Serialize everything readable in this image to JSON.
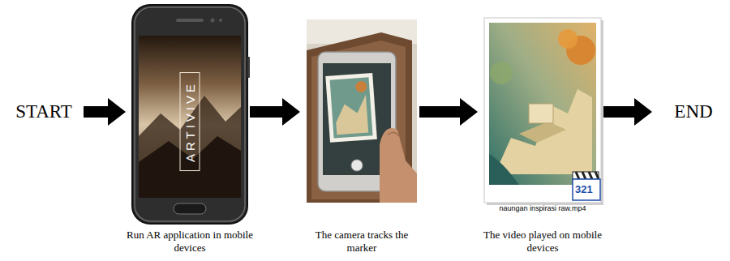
{
  "diagram": {
    "nodes": [
      {
        "text": [
          "START"
        ]
      },
      {
        "text": [
          "ARTIVIVE",
          "Run AR application in mobile devices"
        ]
      },
      {
        "text": [
          "The camera tracks the marker"
        ]
      },
      {
        "text": [
          "naungan inspirasi raw.mp4",
          "The video played on mobile devices"
        ]
      },
      {
        "text": [
          "END"
        ]
      }
    ],
    "edges": [
      {
        "from": 0,
        "to": 1,
        "arrow": "to"
      },
      {
        "from": 1,
        "to": 2,
        "arrow": "to"
      },
      {
        "from": 2,
        "to": 3,
        "arrow": "to"
      },
      {
        "from": 3,
        "to": 4,
        "arrow": "to"
      }
    ],
    "labels": [
      "321"
    ]
  }
}
